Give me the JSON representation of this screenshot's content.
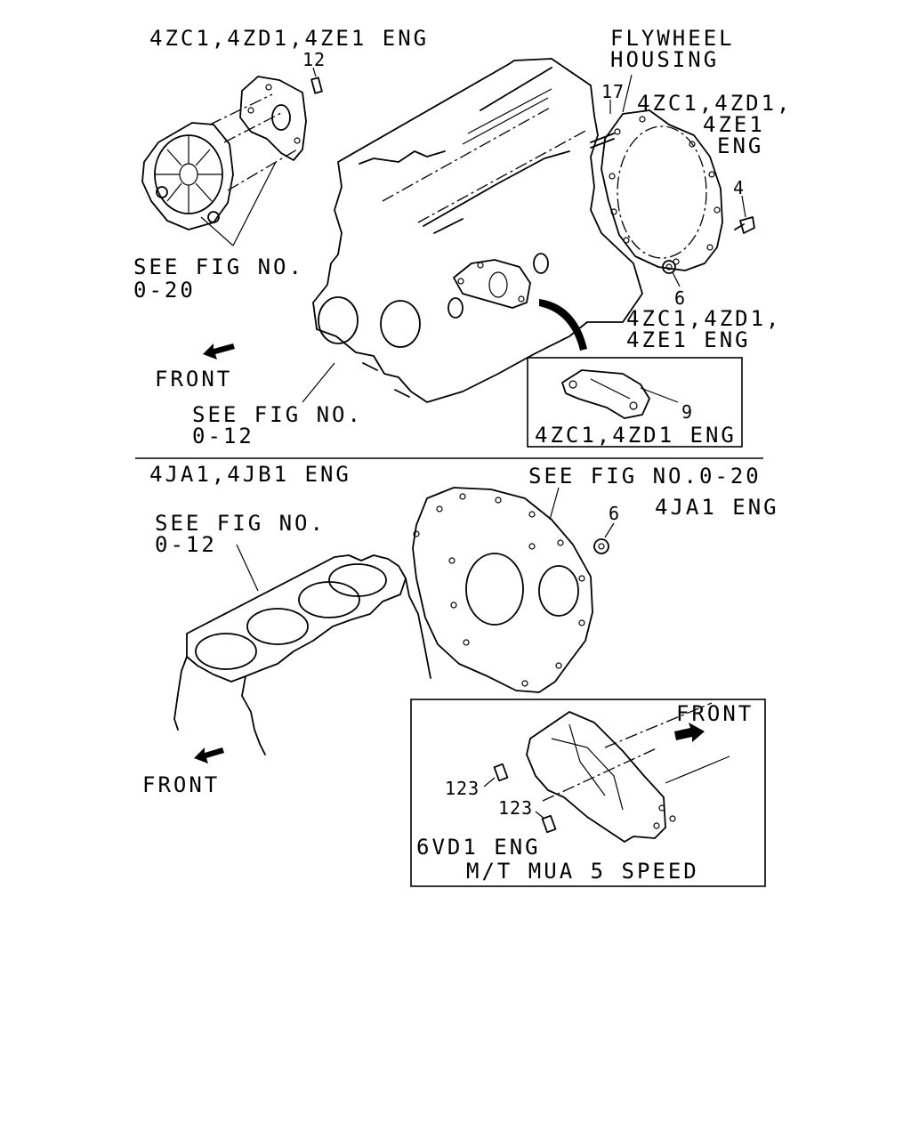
{
  "colors": {
    "line": "#000000",
    "background": "#ffffff"
  },
  "upper_section": {
    "engine_label": "4ZC1,4ZD1,4ZE1 ENG",
    "part_12": "12",
    "see_fig_020_line1": "SEE FIG NO.",
    "see_fig_020_line2": "0-20",
    "front_label": "FRONT",
    "see_fig_012_line1": "SEE FIG NO.",
    "see_fig_012_line2": "0-12",
    "flywheel_line1": "FLYWHEEL",
    "flywheel_line2": "HOUSING",
    "part_17": "17",
    "housing_eng_line1": "4ZC1,4ZD1,",
    "housing_eng_line2": "4ZE1",
    "housing_eng_line3": "ENG",
    "part_4": "4",
    "part_6": "6",
    "nut_eng_line1": "4ZC1,4ZD1,",
    "nut_eng_line2": "4ZE1 ENG",
    "bracket_inset": {
      "part_9": "9",
      "caption": "4ZC1,4ZD1 ENG"
    }
  },
  "lower_section": {
    "engine_label": "4JA1,4JB1 ENG",
    "see_fig_020": "SEE FIG NO.0-20",
    "part_6": "6",
    "eng_4ja1": "4JA1 ENG",
    "see_fig_012_line1": "SEE FIG NO.",
    "see_fig_012_line2": "0-12",
    "front_label": "FRONT",
    "mt_inset": {
      "front_label": "FRONT",
      "part_123_a": "123",
      "part_123_b": "123",
      "caption_line1": "6VD1 ENG",
      "caption_line2": "M/T MUA 5 SPEED"
    }
  }
}
